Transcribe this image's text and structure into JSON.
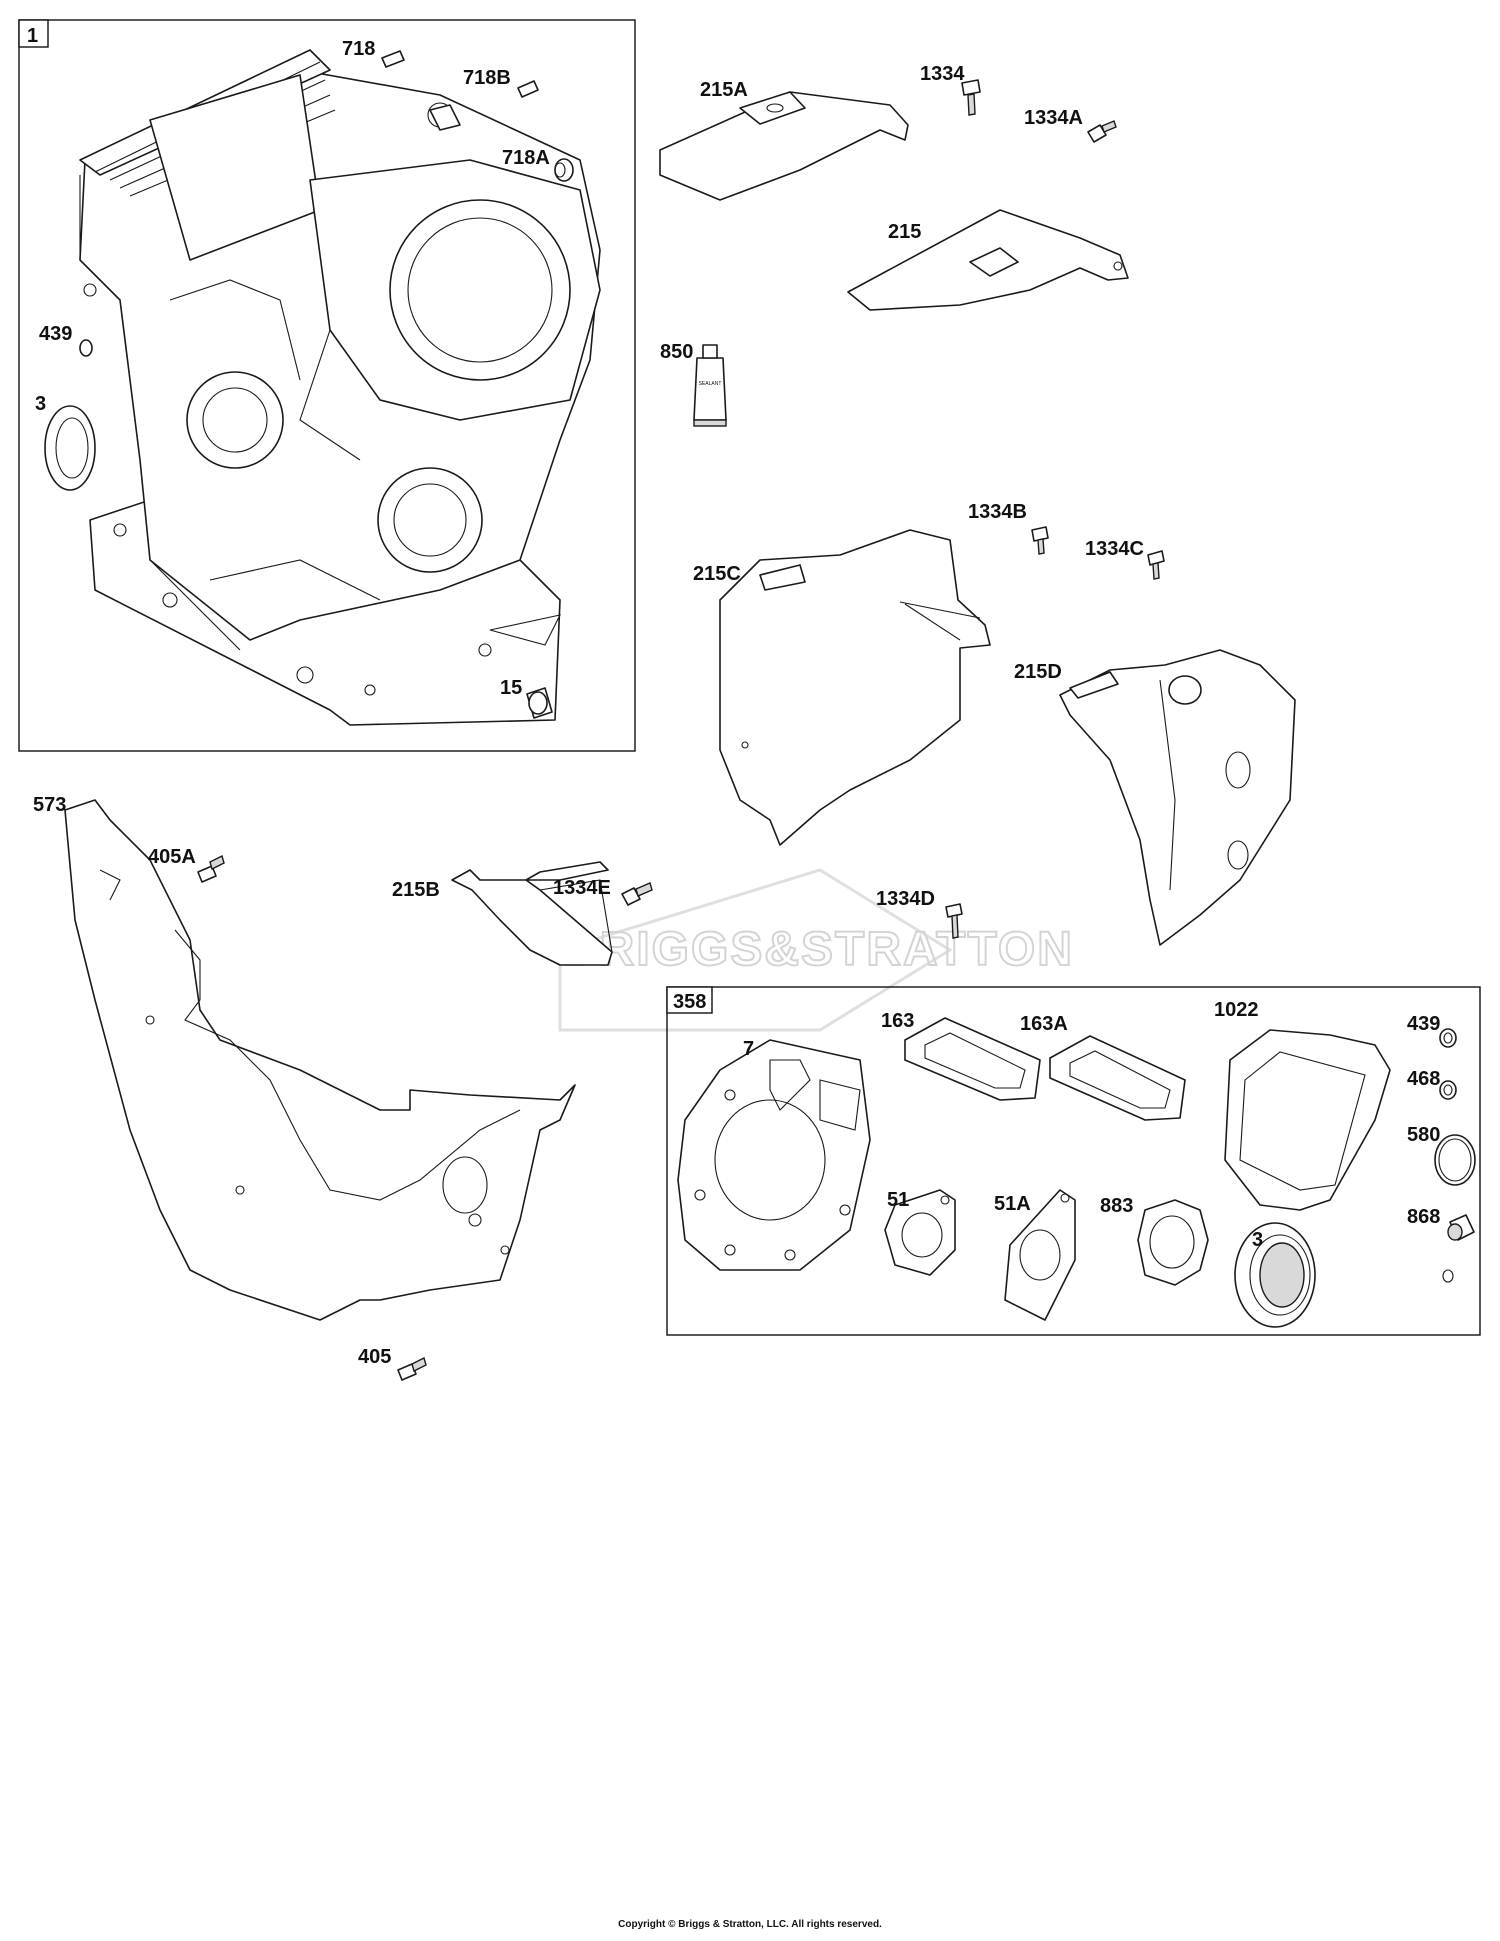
{
  "watermark": "BRIGGS&STRATTON",
  "boxes": [
    {
      "id": "box-1",
      "label": "1"
    },
    {
      "id": "box-358",
      "label": "358"
    }
  ],
  "labels": {
    "l718": "718",
    "l718B": "718B",
    "l718A": "718A",
    "l439a": "439",
    "l3a": "3",
    "l15": "15",
    "l215A": "215A",
    "l1334": "1334",
    "l1334A": "1334A",
    "l215": "215",
    "l850": "850",
    "l1334B": "1334B",
    "l1334C": "1334C",
    "l215C": "215C",
    "l215D": "215D",
    "l573": "573",
    "l405A": "405A",
    "l215B": "215B",
    "l1334E": "1334E",
    "l1334D": "1334D",
    "l405": "405",
    "l7": "7",
    "l163": "163",
    "l163A": "163A",
    "l1022": "1022",
    "l439b": "439",
    "l468": "468",
    "l580": "580",
    "l868": "868",
    "l51": "51",
    "l51A": "51A",
    "l883": "883",
    "l3b": "3"
  },
  "tube_text": "SEALANT",
  "copyright": "Copyright © Briggs & Stratton, LLC. All rights reserved."
}
